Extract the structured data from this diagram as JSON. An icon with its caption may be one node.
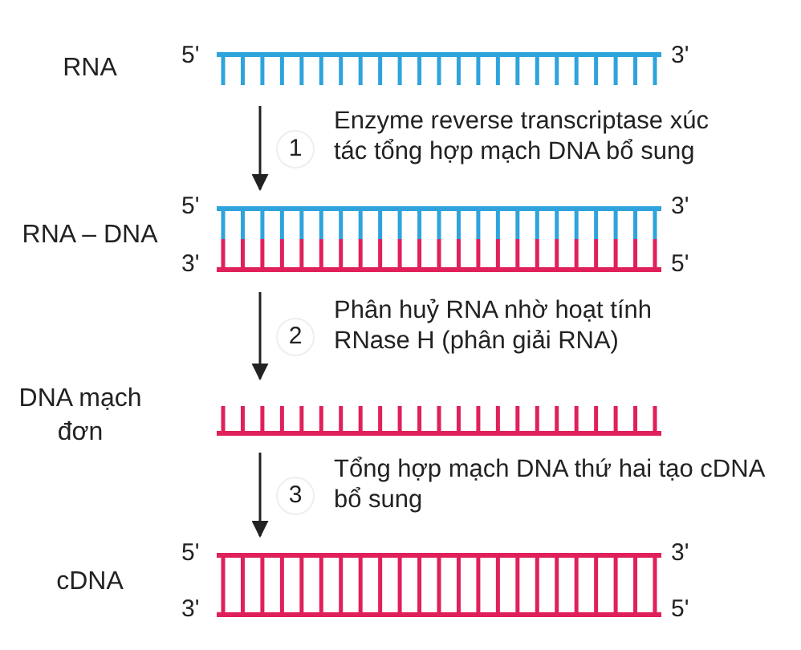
{
  "diagram": {
    "nodes": [
      {
        "text": [
          "RNA",
          "5'",
          "3'"
        ]
      },
      {
        "text": [
          "RNA – DNA",
          "5'",
          "3'",
          "3'",
          "5'"
        ]
      },
      {
        "text": [
          "DNA mạch đơn"
        ]
      },
      {
        "text": [
          "cDNA",
          "5'",
          "3'",
          "3'",
          "5'"
        ]
      }
    ],
    "edges": [
      {
        "from": 0,
        "to": 1,
        "arrow": "to",
        "label": "1"
      },
      {
        "from": 1,
        "to": 2,
        "arrow": "to",
        "label": "2"
      },
      {
        "from": 2,
        "to": 3,
        "arrow": "to",
        "label": "3"
      }
    ],
    "labels": [
      "Enzyme reverse transcriptase xúc tác tổng hợp mạch DNA bổ sung",
      "Phân huỷ RNA nhờ hoạt tính RNase H (phân giải RNA)",
      "Tổng hợp mạch DNA thứ hai tạo cDNA bổ sung"
    ]
  }
}
